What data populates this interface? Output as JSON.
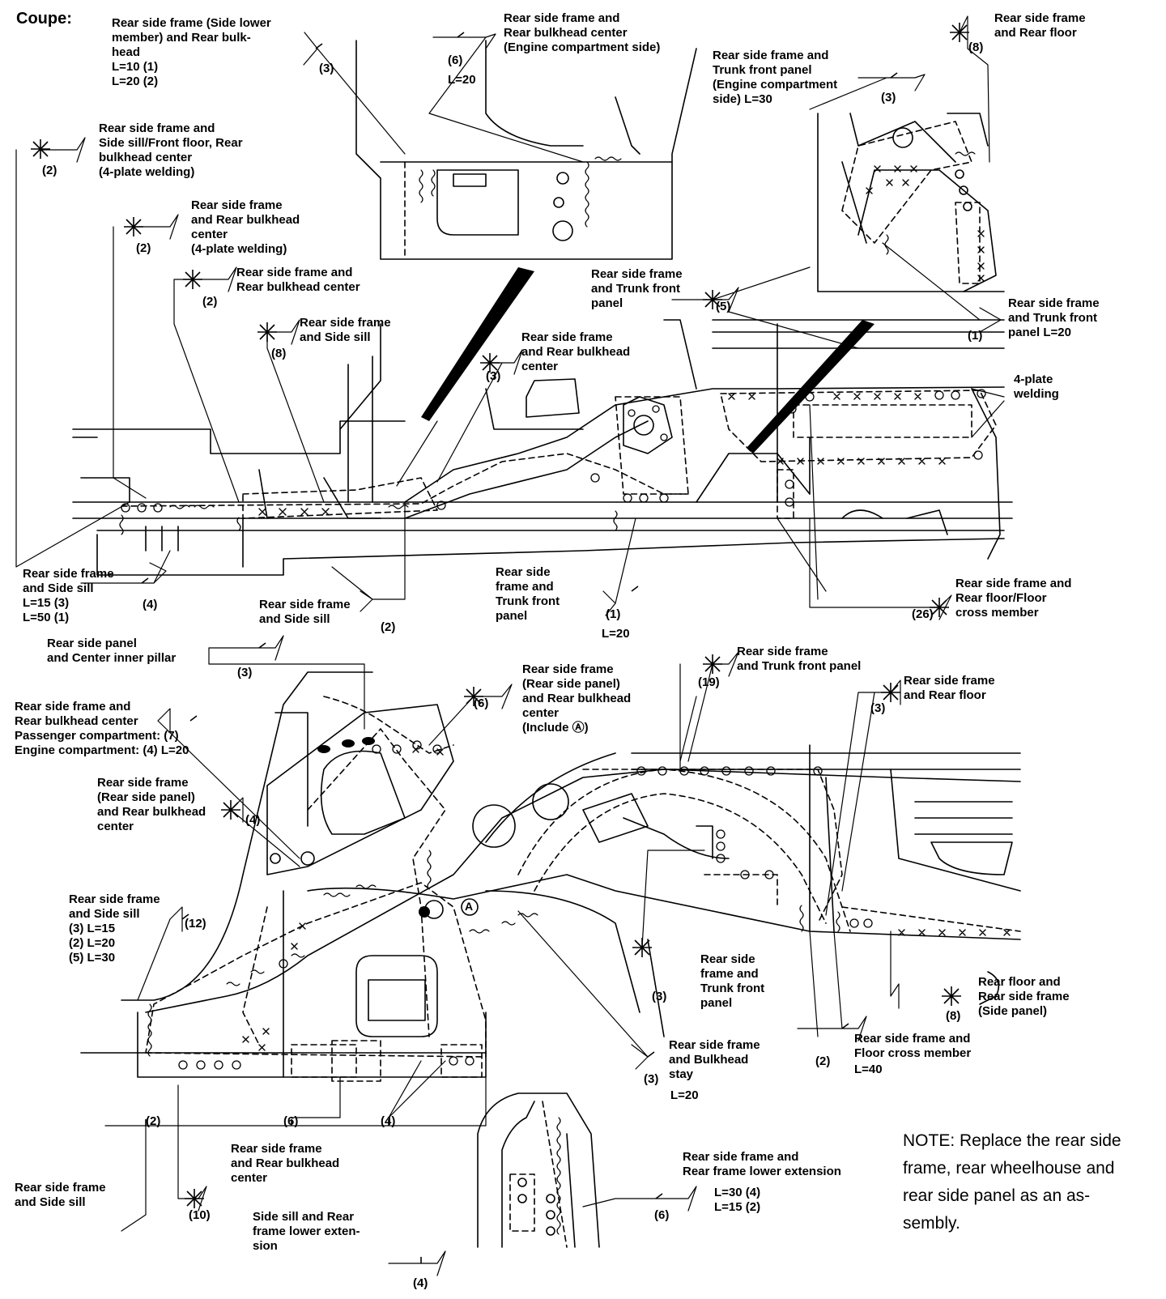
{
  "title": "Coupe:",
  "labels": [
    {
      "id": "l1",
      "lines": [
        "Rear side frame (Side lower",
        "member) and Rear bulk-",
        "head",
        "L=10 (1)",
        "L=20 (2)"
      ]
    },
    {
      "id": "l2",
      "lines": [
        "Rear side frame and",
        "Rear bulkhead center",
        "(Engine compartment side)"
      ]
    },
    {
      "id": "l3",
      "lines": [
        "Rear side frame",
        "and Rear floor"
      ]
    },
    {
      "id": "l4",
      "lines": [
        "Rear side frame and",
        "Trunk front panel",
        "(Engine compartment",
        "side) L=30"
      ]
    },
    {
      "id": "l5",
      "lines": [
        "Rear side frame and",
        "Side sill/Front floor, Rear",
        "bulkhead center",
        "(4-plate welding)"
      ]
    },
    {
      "id": "l6",
      "lines": [
        "Rear side frame",
        "and Rear bulkhead",
        "center",
        "(4-plate welding)"
      ]
    },
    {
      "id": "l7",
      "lines": [
        "Rear side frame and",
        "Rear bulkhead center"
      ]
    },
    {
      "id": "l8",
      "lines": [
        "Rear side frame",
        "and Trunk front",
        "panel"
      ]
    },
    {
      "id": "l9",
      "lines": [
        "Rear side frame",
        "and Trunk front",
        "panel L=20"
      ]
    },
    {
      "id": "l10",
      "lines": [
        "Rear side frame",
        "and Side sill"
      ]
    },
    {
      "id": "l11",
      "lines": [
        "Rear side frame",
        "and Rear bulkhead",
        "center"
      ]
    },
    {
      "id": "l12",
      "lines": [
        "4-plate",
        "welding"
      ]
    },
    {
      "id": "l13",
      "lines": [
        "Rear side frame",
        "and Side sill",
        "L=15 (3)",
        "L=50 (1)"
      ]
    },
    {
      "id": "l14",
      "lines": [
        "Rear side frame",
        "and Side sill"
      ]
    },
    {
      "id": "l15",
      "lines": [
        "Rear side",
        "frame and",
        "Trunk front",
        "panel"
      ]
    },
    {
      "id": "l16",
      "lines": [
        "Rear side frame and",
        "Rear floor/Floor",
        "cross member"
      ]
    },
    {
      "id": "l17",
      "lines": [
        "Rear side panel",
        "and Center inner pillar"
      ]
    },
    {
      "id": "l18",
      "lines": [
        "Rear side frame",
        "and Trunk front panel"
      ]
    },
    {
      "id": "l19",
      "lines": [
        "Rear side frame",
        "(Rear side panel)",
        "and Rear bulkhead",
        "center",
        "(Include Ⓐ)"
      ]
    },
    {
      "id": "l20",
      "lines": [
        "Rear side frame",
        "and Rear floor"
      ]
    },
    {
      "id": "l21",
      "lines": [
        "Rear side frame and",
        "Rear bulkhead center",
        "Passenger compartment: (7)",
        "Engine compartment:        (4) L=20"
      ]
    },
    {
      "id": "l22",
      "lines": [
        "Rear side frame",
        "(Rear side panel)",
        "and Rear bulkhead",
        "center"
      ]
    },
    {
      "id": "l23",
      "lines": [
        "Rear side frame",
        "and Side sill",
        "(3) L=15",
        "(2) L=20",
        "(5) L=30"
      ]
    },
    {
      "id": "l24",
      "lines": [
        "Rear side",
        "frame and",
        "Trunk front",
        "panel"
      ]
    },
    {
      "id": "l25",
      "lines": [
        "Rear floor and",
        "Rear side frame",
        "(Side panel)"
      ]
    },
    {
      "id": "l26",
      "lines": [
        "Rear side frame",
        "and Bulkhead",
        "stay"
      ]
    },
    {
      "id": "l27",
      "lines": [
        "Rear side frame and",
        "Floor cross member"
      ]
    },
    {
      "id": "l28",
      "lines": [
        "Rear side frame",
        "and Rear bulkhead",
        "center"
      ]
    },
    {
      "id": "l29",
      "lines": [
        "Rear side frame",
        "and Side sill"
      ]
    },
    {
      "id": "l30",
      "lines": [
        "Rear side frame and",
        "Rear frame lower extension"
      ]
    },
    {
      "id": "l31",
      "lines": [
        "Side sill and Rear",
        "frame lower exten-",
        "sion"
      ]
    }
  ],
  "numbers": {
    "n_l1": "(3)",
    "n_l2": "(6)",
    "n_l2b": "L=20",
    "n_l3": "(8)",
    "n_l4": "(3)",
    "n_l5": "(2)",
    "n_l6": "(2)",
    "n_l7": "(2)",
    "n_l8": "(5)",
    "n_l9": "(1)",
    "n_l10": "(8)",
    "n_l11": "(3)",
    "n_l13": "(4)",
    "n_l14": "(2)",
    "n_l15": "(1)",
    "n_l15b": "L=20",
    "n_l16": "(26)",
    "n_l17": "(3)",
    "n_l18": "(19)",
    "n_l19": "(6)",
    "n_l20": "(3)",
    "n_l22": "(4)",
    "n_l23": "(12)",
    "n_l24": "(3)",
    "n_l25": "(8)",
    "n_l26": "(3)",
    "n_l26b": "L=20",
    "n_l27": "(2)",
    "n_l27b": "L=40",
    "n_b1": "(2)",
    "n_b2": "(6)",
    "n_b3": "(4)",
    "n_l28": "(10)",
    "n_l30": "(6)",
    "n_l30b": "L=30 (4)",
    "n_l30c": "L=15 (2)",
    "n_l31": "(4)",
    "markerA": "A"
  },
  "note": [
    "NOTE: Replace the rear side",
    "frame, rear wheelhouse and",
    "rear side panel as an as-",
    "sembly."
  ]
}
